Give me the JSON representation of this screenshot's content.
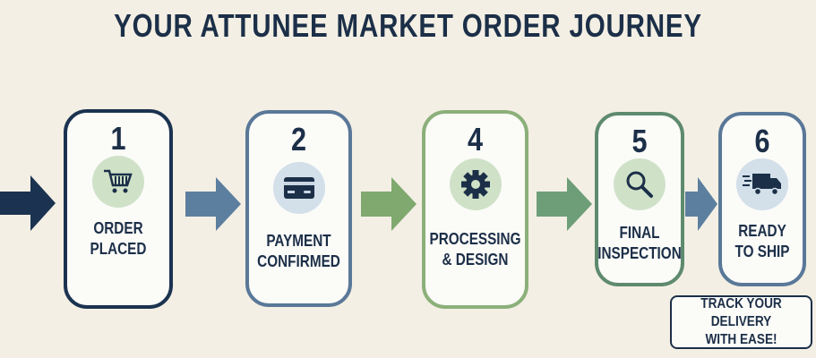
{
  "title": "YOUR ATTUNEE MARKET ORDER JOURNEY",
  "steps": [
    {
      "number": "1",
      "line1": "ORDER",
      "line2": "PLACED",
      "icon": "shopping-cart-icon",
      "color": "#1b3350"
    },
    {
      "number": "2",
      "line1": "PAYMENT",
      "line2": "CONFIRMED",
      "icon": "credit-card-icon",
      "color": "#5a7898"
    },
    {
      "number": "4",
      "line1": "PROCESSING",
      "line2": "& DESIGN",
      "icon": "gear-icon",
      "color": "#8bb07a"
    },
    {
      "number": "5",
      "line1": "FINAL",
      "line2": "INSPECTION",
      "icon": "magnifier-icon",
      "color": "#5e8a6e"
    },
    {
      "number": "6",
      "line1": "READY",
      "line2": "TO SHIP",
      "icon": "delivery-truck-icon",
      "color": "#5a7898"
    }
  ],
  "callout": "TRACK YOUR DELIVERY\nWITH EASE!"
}
